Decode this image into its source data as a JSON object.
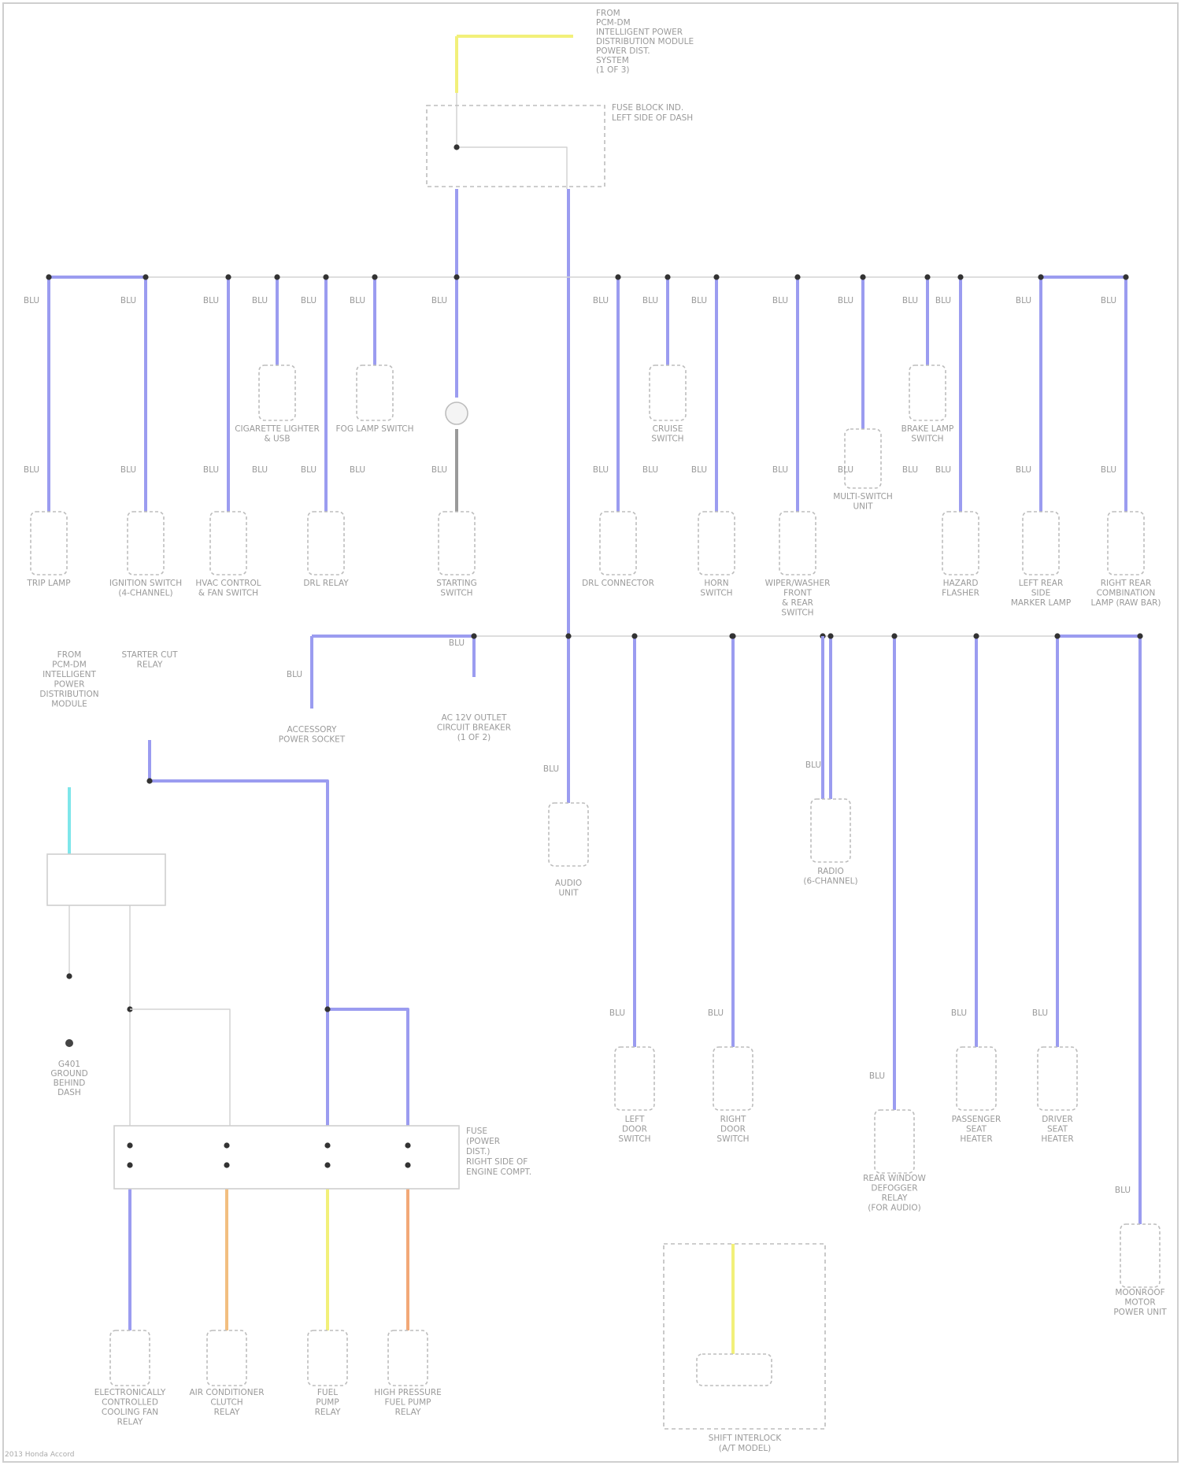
{
  "colors": {
    "blu": "#9b9cf0",
    "yel": "#f2f07a",
    "org": "#f2be80",
    "red_org": "#f2a878",
    "cyan": "#7ee6ea",
    "gray": "#9a9a9a",
    "light_line": "#d4d4d4",
    "dashed": "#bdbdbd",
    "border": "#cfcfcf"
  },
  "top_source": "FROM\nPCM-DM\nINTELLIGENT POWER\nDISTRIBUTION MODULE\nPOWER DIST.\nSYSTEM\n(1 OF 3)",
  "fuse_block_main": "FUSE BLOCK IND.\nLEFT SIDE OF DASH",
  "fuse_block_engine": "FUSE\n(POWER\nDIST.)\nRIGHT SIDE OF\nENGINE COMPT.",
  "row1_nodes": [
    "TRIP LAMP",
    "IGNITION SWITCH\n(4-CHANNEL)",
    "HVAC CONTROL\n& FAN SWITCH",
    "CIGARETTE LIGHTER\n& USB",
    "DRL RELAY",
    "FOG LAMP SWITCH",
    "STARTING\nSWITCH",
    "DRL CONNECTOR",
    "CRUISE\nSWITCH",
    "HORN\nSWITCH",
    "WIPER/WASHER\nFRONT\n& REAR\nSWITCH",
    "MULTI-SWITCH\nUNIT",
    "BRAKE LAMP\nSWITCH",
    "HAZARD\nFLASHER",
    "LEFT REAR\nSIDE\nMARKER LAMP",
    "RIGHT REAR\nCOMBINATION\nLAMP (RAW BAR)"
  ],
  "row2_nodes": [
    "ACCESSORY\nPOWER SOCKET",
    "AC 12V OUTLET\nCIRCUIT BREAKER\n(1 OF 2)",
    "AUDIO\nUNIT",
    "LEFT\nDOOR\nSWITCH",
    "RIGHT\nDOOR\nSWITCH",
    "RADIO\n(6-CHANNEL)",
    "REAR WINDOW\nDEFOGGER\nRELAY\n(FOR AUDIO)",
    "PASSENGER\nSEAT\nHEATER",
    "DRIVER\nSEAT\nHEATER",
    "MOONROOF\nMOTOR\nPOWER UNIT"
  ],
  "bottom_nodes": [
    "ELECTRONICALLY\nCONTROLLED\nCOOLING FAN\nRELAY",
    "AIR CONDITIONER\nCLUTCH\nRELAY",
    "FUEL\nPUMP\nRELAY",
    "HIGH PRESSURE\nFUEL PUMP\nRELAY"
  ],
  "shift_box": "SHIFT INTERLOCK\n(A/T MODEL)",
  "pcm_label": "FROM\nPCM-DM\nINTELLIGENT\nPOWER\nDISTRIBUTION\nMODULE",
  "starter_label": "STARTER CUT\nRELAY",
  "ground_label": "G401\nGROUND\nBEHIND\nDASH",
  "wire_label": "BLU",
  "footer": "2013 Honda Accord"
}
